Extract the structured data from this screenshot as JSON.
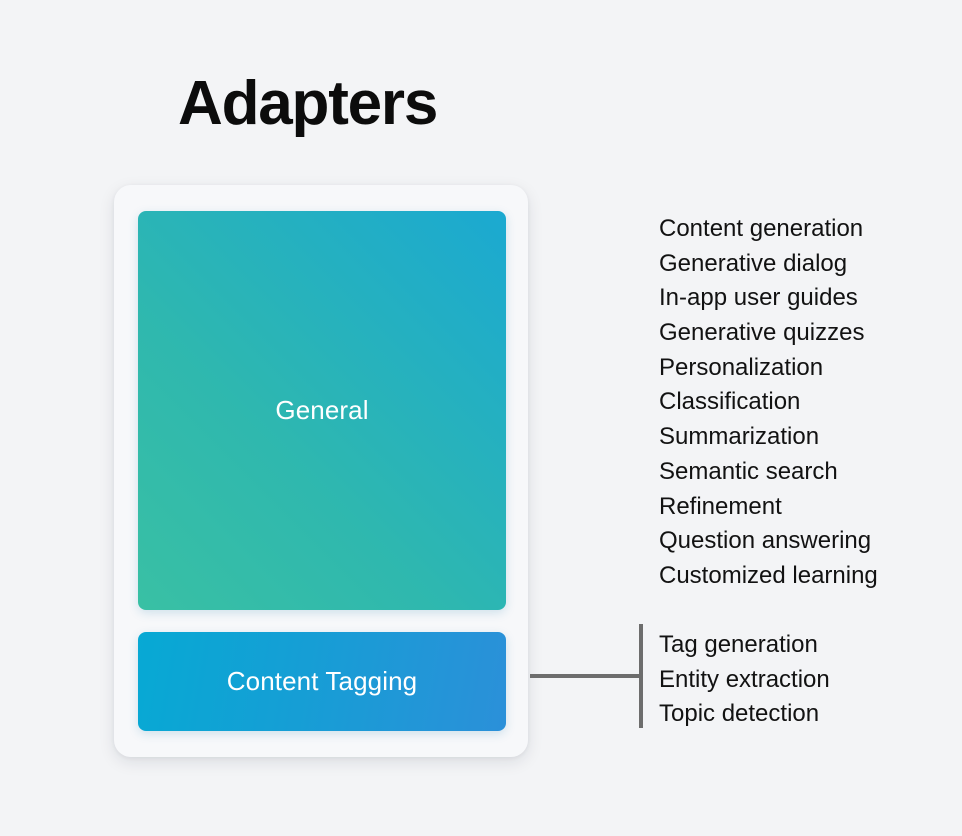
{
  "page": {
    "title": "Adapters",
    "background_color": "#f3f4f6",
    "card_color": "#f7f8fa",
    "text_color": "#121212",
    "connector_color": "#6d6d6d"
  },
  "card": {
    "blocks": [
      {
        "label": "General",
        "gradient_from": "#39c0a4",
        "gradient_to": "#1ba9d1"
      },
      {
        "label": "Content Tagging",
        "gradient_from": "#07a9d4",
        "gradient_to": "#2b90d9"
      }
    ]
  },
  "capabilities": {
    "general": [
      "Content generation",
      "Generative dialog",
      "In-app user guides",
      "Generative quizzes",
      "Personalization",
      "Classification",
      "Summarization",
      "Semantic search",
      "Refinement",
      "Question answering",
      "Customized learning"
    ],
    "content_tagging": [
      "Tag generation",
      "Entity extraction",
      "Topic detection"
    ]
  }
}
